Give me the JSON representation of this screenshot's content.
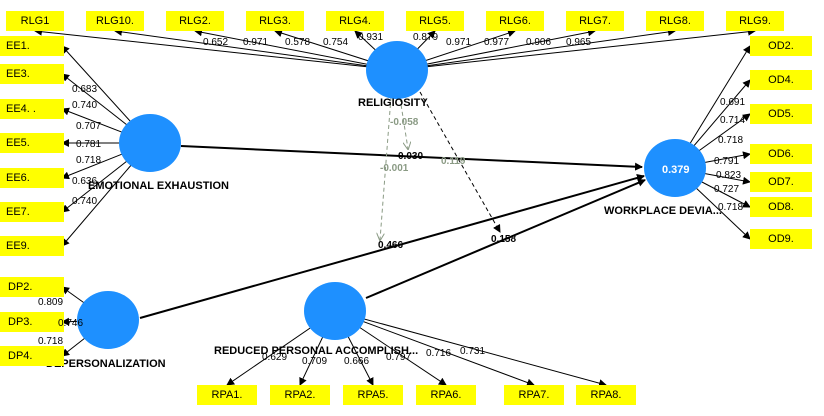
{
  "latent": {
    "religiosity": "RELIGIOSITY",
    "ee": "EMOTIONAL EXHAUSTION",
    "dp": "DEPERSONALIZATION",
    "rpa": "REDUCED PERSONAL ACCOMPLISH...",
    "wd": "WORKPLACE DEVIA...",
    "wd_r2": "0.379"
  },
  "rlg_boxes": [
    "RLG1",
    "RLG10.",
    "RLG2.",
    "RLG3.",
    "RLG4.",
    "RLG5.",
    "RLG6.",
    "RLG7.",
    "RLG8.",
    "RLG9."
  ],
  "rlg_weights": [
    "0.652",
    "0.971",
    "0.578",
    "0.754",
    "0.931",
    "0.879",
    "0.971",
    "0.977",
    "0.906",
    "0.965"
  ],
  "ee_boxes": [
    "EE1.",
    "EE3.",
    "EE4. .",
    "EE5.",
    "EE6.",
    "EE7.",
    "EE9."
  ],
  "ee_weights": [
    "0.683",
    "0.740",
    "0.707",
    "0.781",
    "0.718",
    "0.636",
    "0.740"
  ],
  "dp_boxes": [
    "DP2.",
    "DP3.",
    "DP4."
  ],
  "dp_weights": [
    "0.809",
    "0.746",
    "0.718"
  ],
  "rpa_boxes": [
    "RPA1.",
    "RPA2.",
    "RPA5.",
    "RPA6.",
    "RPA7.",
    "RPA8."
  ],
  "rpa_weights": [
    "0.629",
    "0.709",
    "0.666",
    "0.797",
    "0.716",
    "0.731"
  ],
  "od_boxes": [
    "OD2.",
    "OD4.",
    "OD5.",
    "OD6.",
    "OD7.",
    "OD8.",
    "OD9."
  ],
  "od_weights": [
    "0.691",
    "0.714",
    "0.718",
    "0.791",
    "0.823",
    "0.727",
    "0.718"
  ],
  "paths": {
    "ee_wd": "0.030",
    "dp_wd": "0.466",
    "rpa_wd": "0.158",
    "mod1": "-0.058",
    "mod2": "-0.001",
    "mod3": "0.119"
  },
  "colors": {
    "node": "#1e90ff",
    "indicator": "#ffff00",
    "moderator_line": "#8a9a84"
  }
}
